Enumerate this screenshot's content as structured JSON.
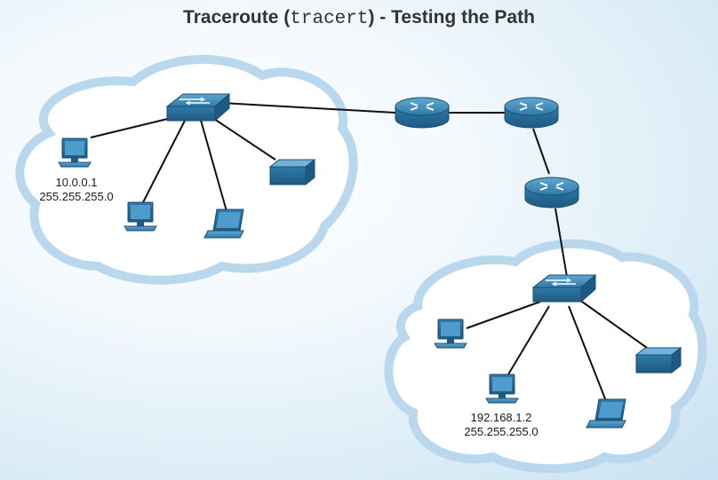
{
  "title": {
    "prefix": "Traceroute (",
    "command": "tracert",
    "suffix": ") - Testing the Path"
  },
  "left_host": {
    "ip": "10.0.0.1",
    "mask": "255.255.255.0"
  },
  "right_host": {
    "ip": "192.168.1.2",
    "mask": "255.255.255.0"
  },
  "colors": {
    "device": "#2f7aa8",
    "device_dark": "#1d5a83",
    "cloud_stroke": "#b9d8ee",
    "link": "#111111"
  }
}
